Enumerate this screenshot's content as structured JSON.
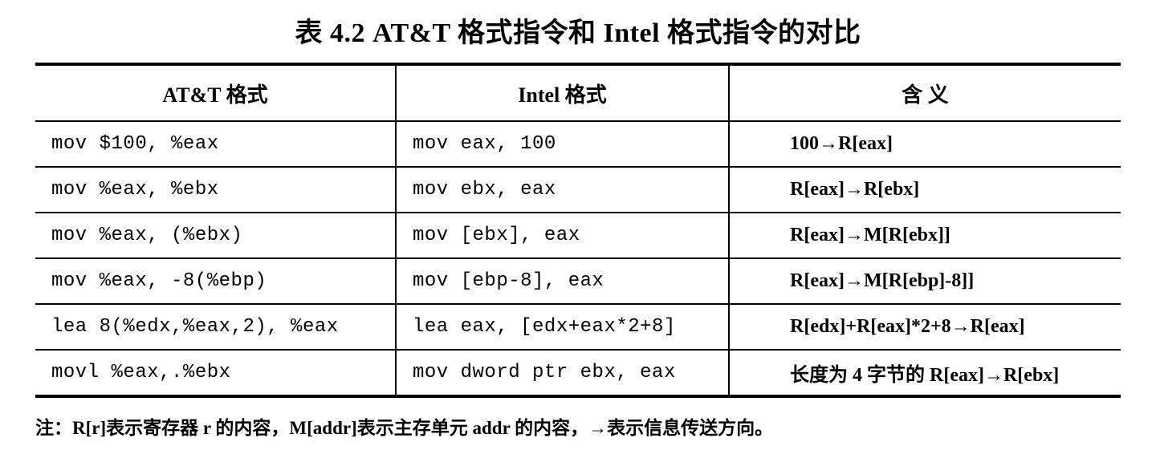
{
  "caption": "表 4.2    AT&T 格式指令和 Intel 格式指令的对比",
  "table": {
    "headers": [
      "AT&T 格式",
      "Intel 格式",
      "含 义"
    ],
    "rows": [
      [
        "mov $100, %eax",
        "mov eax, 100",
        "100→R[eax]"
      ],
      [
        "mov %eax, %ebx",
        "mov ebx, eax",
        "R[eax]→R[ebx]"
      ],
      [
        "mov %eax, (%ebx)",
        "mov [ebx], eax",
        "R[eax]→M[R[ebx]]"
      ],
      [
        "mov %eax, -8(%ebp)",
        "mov [ebp-8], eax",
        "R[eax]→M[R[ebp]-8]]"
      ],
      [
        "lea 8(%edx,%eax,2), %eax",
        "lea eax, [edx+eax*2+8]",
        "R[edx]+R[eax]*2+8→R[eax]"
      ],
      [
        "movl %eax,.%ebx",
        "mov dword ptr ebx, eax",
        "长度为 4 字节的 R[eax]→R[ebx]"
      ]
    ]
  },
  "note": "注：R[r]表示寄存器 r 的内容，M[addr]表示主存单元 addr 的内容，→表示信息传送方向。"
}
